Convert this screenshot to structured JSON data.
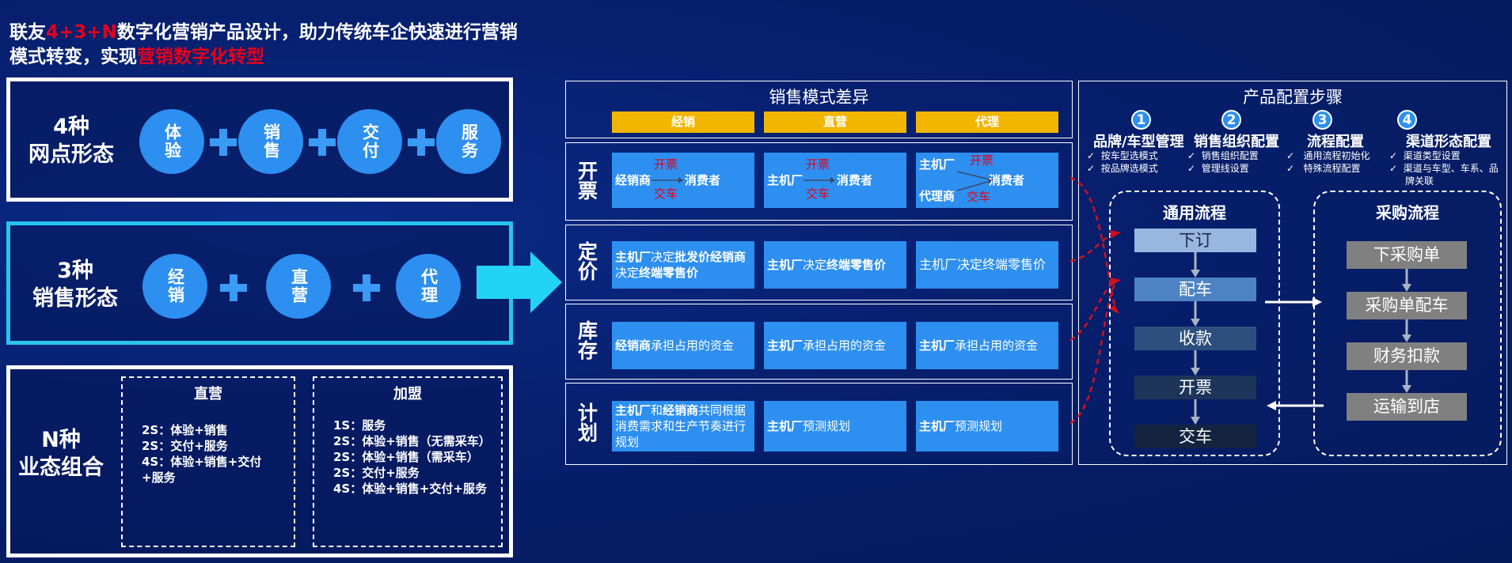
{
  "title": {
    "line1_pre": "联友",
    "line1_red": "4+3+N",
    "line1_post": "数字化营销产品设计，助力传统车企快速进行营销",
    "line2_pre": "模式转变，实现",
    "line2_red": "营销数字化转型"
  },
  "box4": {
    "label": "4种\n网点形态",
    "items": [
      "体验",
      "销售",
      "交付",
      "服务"
    ]
  },
  "box3": {
    "label": "3种\n销售形态",
    "items": [
      "经销",
      "直营",
      "代理"
    ]
  },
  "boxN": {
    "label": "N种\n业态组合",
    "direct": {
      "title": "直营",
      "lines": [
        "2S：体验+销售",
        "2S：交付+服务",
        "4S：体验+销售+交付+服务"
      ]
    },
    "franchise": {
      "title": "加盟",
      "lines": [
        "1S：服务",
        "2S：体验+销售（无需采车）",
        "2S：体验+销售（需采车）",
        "2S：交付+服务",
        "4S：体验+销售+交付+服务"
      ]
    }
  },
  "sales_diff": {
    "title": "销售模式差异",
    "columns": [
      "经销",
      "直营",
      "代理"
    ],
    "rows": [
      {
        "label": "开票"
      },
      {
        "label": "定价"
      },
      {
        "label": "库存"
      },
      {
        "label": "计划"
      }
    ],
    "invoice": {
      "c1": {
        "from": "经销商",
        "top": "开票",
        "bottom": "交车",
        "to": "消费者"
      },
      "c2": {
        "from": "主机厂",
        "top": "开票",
        "bottom": "交车",
        "to": "消费者"
      },
      "c3": {
        "from1": "主机厂",
        "from2": "代理商",
        "top": "开票",
        "bottom": "交车",
        "to": "消费者"
      }
    },
    "pricing": {
      "c1": {
        "a": "主机厂",
        "b": "决定",
        "c": "批发价",
        "d": "经销商",
        "e": "决定",
        "f": "终端零售价"
      },
      "c2": {
        "a": "主机厂",
        "b": "决定",
        "c": "终端零售价"
      },
      "c3": {
        "a": "主机厂决定终端零售价"
      }
    },
    "stock": {
      "c1": {
        "a": "经销商",
        "b": "承担占用的资金"
      },
      "c2": {
        "a": "主机厂",
        "b": "承担占用的资金"
      },
      "c3": {
        "a": "主机厂",
        "b": "承担占用的资金"
      }
    },
    "plan": {
      "c1": {
        "a": "主机厂",
        "b": "和",
        "c": "经销商",
        "d": "共同根据消费需求和生产节奏进行规划"
      },
      "c2": {
        "a": "主机厂",
        "b": "预测规划"
      },
      "c3": {
        "a": "主机厂",
        "b": "预测规划"
      }
    }
  },
  "config": {
    "title": "产品配置步骤",
    "steps": [
      {
        "no": "1",
        "title": "品牌/车型管理",
        "bullets": [
          "按车型选模式",
          "按品牌选模式"
        ]
      },
      {
        "no": "2",
        "title": "销售组织配置",
        "bullets": [
          "销售组织配置",
          "管理线设置"
        ]
      },
      {
        "no": "3",
        "title": "流程配置",
        "bullets": [
          "通用流程初始化",
          "特殊流程配置"
        ]
      },
      {
        "no": "4",
        "title": "渠道形态配置",
        "bullets": [
          "渠道类型设置",
          "渠道与车型、车系、品牌关联"
        ]
      }
    ],
    "general": {
      "title": "通用流程",
      "steps": [
        "下订",
        "配车",
        "收款",
        "开票",
        "交车"
      ]
    },
    "purchase": {
      "title": "采购流程",
      "steps": [
        "下采购单",
        "采购单配车",
        "财务扣款",
        "运输到店"
      ]
    }
  },
  "colors": {
    "accent_red": "#e5001b",
    "yellow": "#f2b600",
    "blue_cell": "#2d8ff0",
    "cyan": "#27c4ee"
  }
}
